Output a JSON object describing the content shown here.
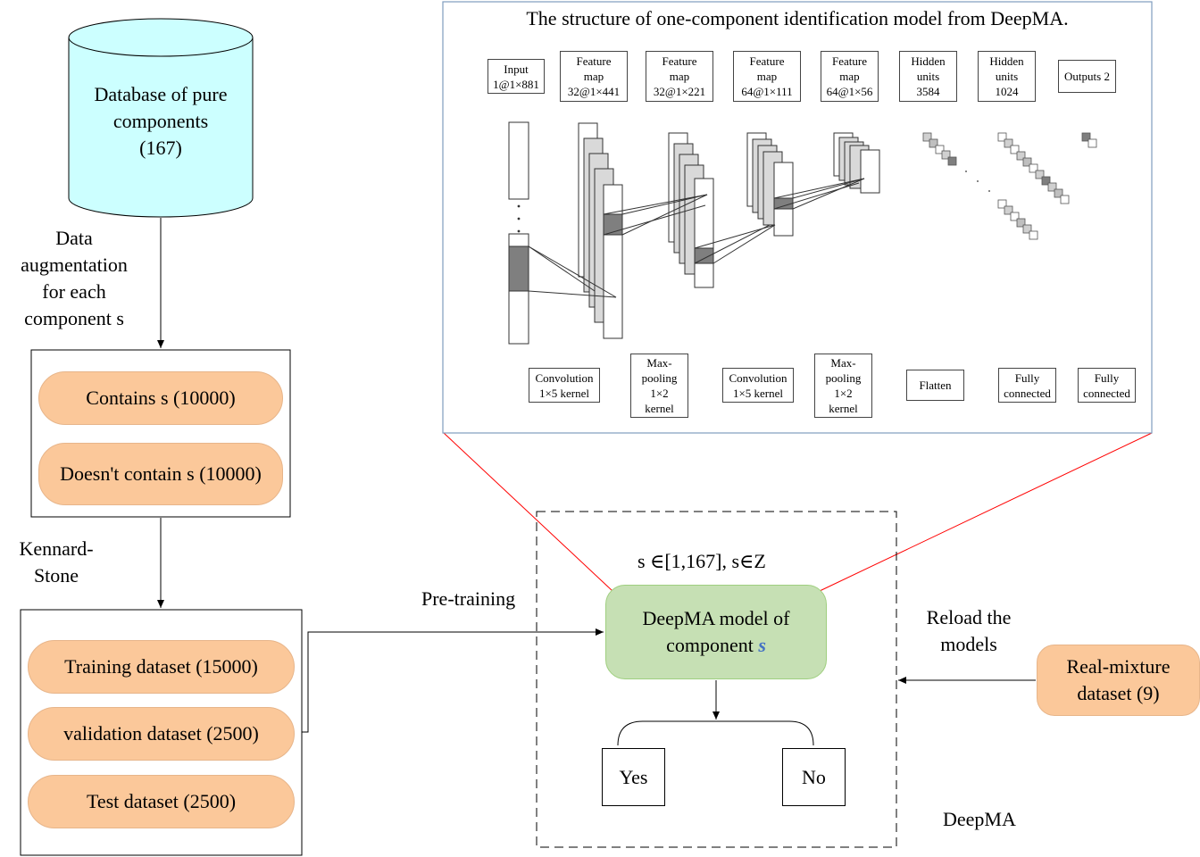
{
  "database": {
    "label": "Database of pure\ncomponents\n(167)"
  },
  "augmentation_label": "Data\naugmentation\nfor each\ncomponent s",
  "augmented": {
    "contains": "Contains s (10000)",
    "not_contains": "Doesn't contain s (10000)"
  },
  "kennard_stone_label": "Kennard-\nStone",
  "split": {
    "training": "Training dataset (15000)",
    "validation": "validation dataset (2500)",
    "test": "Test dataset (2500)"
  },
  "pretraining_label": "Pre-training",
  "constraint_label": "s ∈[1,167], s∈Z",
  "model": {
    "text": "DeepMA model of\ncomponent ",
    "var": "s"
  },
  "outputs": {
    "yes": "Yes",
    "no": "No"
  },
  "reload_label": "Reload the\nmodels",
  "real_mixture": "Real-mixture\ndataset (9)",
  "deepma_label": "DeepMA",
  "structure": {
    "title": "The structure of one-component identification model from DeepMA.",
    "top_labels": [
      "Input\n1@1×881",
      "Feature\nmap\n32@1×441",
      "Feature\nmap\n32@1×221",
      "Feature\nmap\n64@1×111",
      "Feature\nmap\n64@1×56",
      "Hidden\nunits\n3584",
      "Hidden\nunits\n1024",
      "Outputs 2"
    ],
    "bottom_labels": [
      "Convolution\n1×5 kernel",
      "Max-\npooling\n1×2\nkernel",
      "Convolution\n1×5 kernel",
      "Max-\npooling\n1×2\nkernel",
      "Flatten",
      "Fully\nconnected",
      "Fully\nconnected"
    ]
  },
  "colors": {
    "database_fill": "#ccffff",
    "pill_fill": "#fbc89a",
    "model_fill": "#c6e0b4",
    "model_var": "#4472c4",
    "zoom_lines": "#ff0000",
    "panel_border": "#7f9cbf"
  }
}
